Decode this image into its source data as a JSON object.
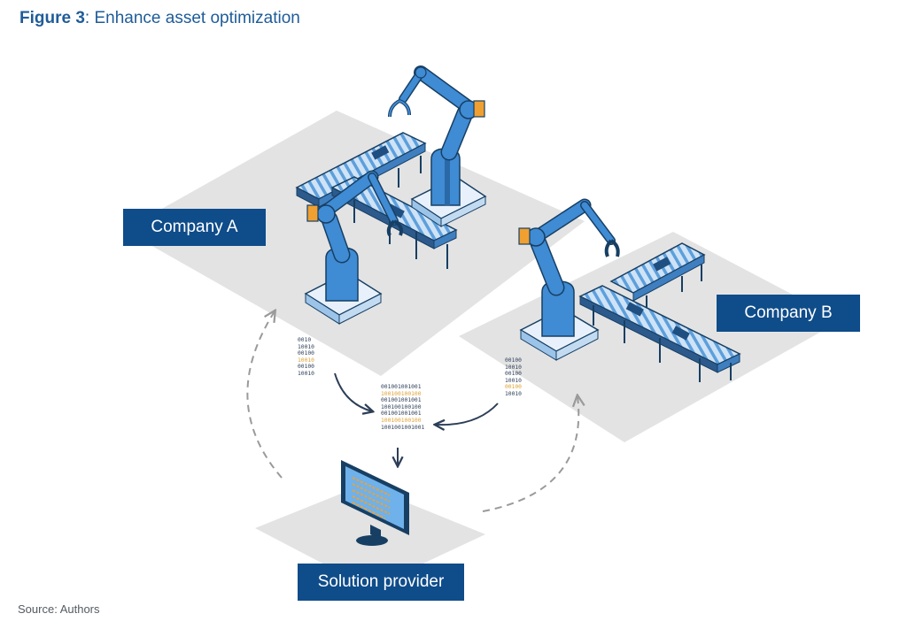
{
  "figure": {
    "number": "Figure 3",
    "separator": ": ",
    "title": "Enhance asset optimization"
  },
  "labels": {
    "company_a": "Company A",
    "company_b": "Company B",
    "solution_provider": "Solution provider"
  },
  "binary": {
    "company_a": [
      "0010",
      "10010",
      "00100",
      "10010",
      "00100",
      "10010"
    ],
    "company_b": [
      "00100",
      "10010",
      "00100",
      "10010",
      "00100",
      "10010"
    ],
    "center": [
      "001001001001",
      "100100100100",
      "001001001001",
      "100100100100",
      "001001001001",
      "100100100100",
      "1001001001001"
    ]
  },
  "source": "Source: Authors",
  "colors": {
    "title_blue": "#1f5c99",
    "label_fill": "#0f4c8a",
    "platform_gray": "#e3e3e3",
    "robot_blue": "#3f8bd4",
    "joint_orange": "#f0a030",
    "arrow_dark": "#2c3e57",
    "arrow_dashed": "#9a9a9a"
  }
}
